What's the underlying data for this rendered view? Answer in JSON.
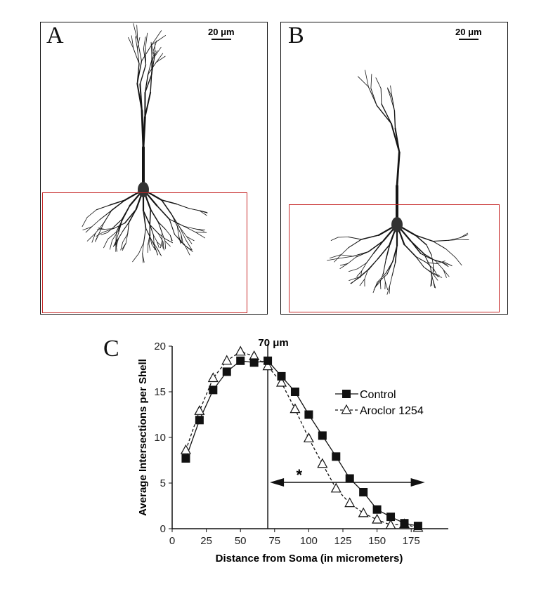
{
  "panels": [
    {
      "label": "A",
      "scale_bar": "20 μm"
    },
    {
      "label": "B",
      "scale_bar": "20 μm"
    }
  ],
  "chart_label": "C",
  "chart_data": {
    "type": "line",
    "title": "",
    "xlabel": "Distance from Soma (in micrometers)",
    "ylabel": "Average Intersections per Shell",
    "xlim": [
      0,
      200
    ],
    "ylim": [
      0,
      20
    ],
    "xticks": [
      0,
      25,
      50,
      75,
      100,
      125,
      150,
      175
    ],
    "yticks": [
      0,
      5,
      10,
      15,
      20
    ],
    "x": [
      10,
      20,
      30,
      40,
      50,
      60,
      70,
      80,
      90,
      100,
      110,
      120,
      130,
      140,
      150,
      160,
      170,
      180
    ],
    "series": [
      {
        "name": "Control",
        "marker": "filled-square",
        "line": "solid",
        "values": [
          7.7,
          11.9,
          15.2,
          17.2,
          18.4,
          18.2,
          18.4,
          16.7,
          15.0,
          12.5,
          10.2,
          7.9,
          5.5,
          4.0,
          2.1,
          1.3,
          0.6,
          0.3
        ]
      },
      {
        "name": "Aroclor 1254",
        "marker": "open-triangle",
        "line": "dashed",
        "values": [
          8.6,
          12.9,
          16.5,
          18.4,
          19.4,
          18.9,
          17.8,
          16.0,
          13.1,
          9.9,
          7.1,
          4.4,
          2.8,
          1.7,
          1.0,
          0.4,
          0.5,
          0.1
        ]
      }
    ],
    "annotations": {
      "vline_x": 70,
      "vline_label": "70 μm",
      "arrow_range": [
        70,
        185
      ],
      "arrow_y": 5,
      "significance": "*"
    },
    "legend": "right"
  },
  "colors": {
    "roi_box": "#c62828",
    "ink": "#111111"
  }
}
